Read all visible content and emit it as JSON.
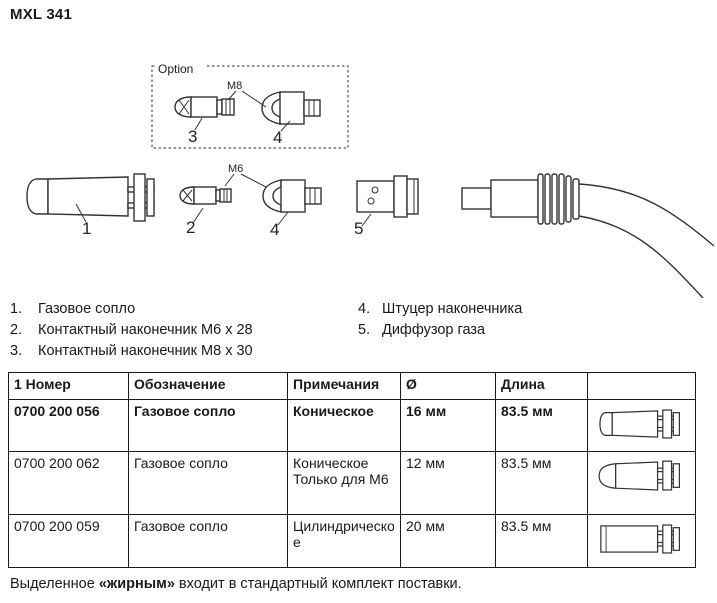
{
  "page": {
    "title": "MXL 341"
  },
  "diagram": {
    "option_label": "Option",
    "labels": {
      "m8": "M8",
      "m6": "M6"
    },
    "part_numbers": {
      "n1": "1",
      "n2": "2",
      "n3": "3",
      "n4": "4",
      "n5": "5"
    }
  },
  "legend": {
    "left": [
      {
        "num": "1.",
        "label": "Газовое сопло"
      },
      {
        "num": "2.",
        "label": "Контактный наконечник M6 x 28"
      },
      {
        "num": "3.",
        "label": "Контактный наконечник M8 x 30"
      }
    ],
    "right": [
      {
        "num": "4.",
        "label": "Штуцер наконечника"
      },
      {
        "num": "5.",
        "label": "Диффузор газа"
      }
    ]
  },
  "table": {
    "headers": [
      "1 Номер",
      "Обозначение",
      "Примечания",
      "Ø",
      "Длина",
      ""
    ],
    "rows": [
      {
        "number": "0700 200 056",
        "name": "Газовое сопло",
        "note": "Коническое",
        "diameter": "16 мм",
        "length": "83.5 мм",
        "image": "nozzle-conical",
        "bold": true
      },
      {
        "number": "0700 200 062",
        "name": "Газовое сопло",
        "note": "Коническое Только для M6",
        "diameter": "12 мм",
        "length": "83.5 мм",
        "image": "nozzle-conical-domed",
        "bold": false
      },
      {
        "number": "0700 200 059",
        "name": "Газовое сопло",
        "note": "Цилиндрическое",
        "diameter": "20 мм",
        "length": "83.5 мм",
        "image": "nozzle-cylindrical",
        "bold": false
      }
    ]
  },
  "footer": {
    "prefix": "Выделенное ",
    "bold": "«жирным»",
    "suffix": " входит в стандартный комплект поставки."
  }
}
